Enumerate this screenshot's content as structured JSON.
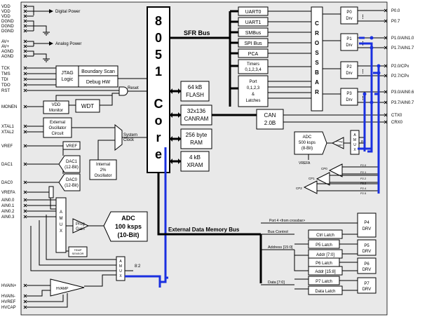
{
  "core": {
    "letters": [
      "8",
      "0",
      "5",
      "1",
      "C",
      "o",
      "r",
      "e"
    ]
  },
  "buses": {
    "sfr": "SFR Bus",
    "external": "External Data Memory Bus",
    "port4": "Port 4 <from crossbar>",
    "bus_control": "Bus Control",
    "address": "Address [15:0]",
    "data": "Data [7:0]"
  },
  "left_pins": {
    "vdd": [
      "VDD",
      "VDD",
      "VDD",
      "DGND",
      "DGND",
      "DGND"
    ],
    "digital_power": "Digital Power",
    "av": [
      "AV+",
      "AV+",
      "AGND",
      "AGND"
    ],
    "analog_power": "Analog Power",
    "jtag_pins": [
      "TCK",
      "TMS",
      "TDI",
      "TDO"
    ],
    "rst": "RST",
    "monen": "MONEN",
    "xtal": [
      "XTAL1",
      "XTAL2"
    ],
    "vref": "VREF",
    "dac1": "DAC1",
    "dac0": "DAC0",
    "vrefa": "VREFA",
    "ain": [
      "AIN0.0",
      "AIN0.1",
      "AIN0.2",
      "AIN0.3"
    ],
    "hvain": [
      "HVAIN+",
      "HVAIN-",
      "HVREF",
      "HVCAP"
    ]
  },
  "blocks": {
    "jtag": [
      "JTAG",
      "Logic"
    ],
    "boundary_scan": "Boundary Scan",
    "debug_hw": "Debug HW",
    "reset": "Reset",
    "vdd_monitor": [
      "VDD",
      "Monitor"
    ],
    "wdt": "WDT",
    "ext_osc": [
      "External",
      "Oscillator",
      "Circuit"
    ],
    "system_clock": [
      "System",
      "Clock"
    ],
    "internal_osc": [
      "Internal",
      "2%",
      "Oscillator"
    ],
    "vref_box": "VREF",
    "dac1": [
      "DAC1",
      "(12-Bit)"
    ],
    "dac0": [
      "DAC0",
      "(12-Bit)"
    ],
    "amux": [
      "A",
      "M",
      "U",
      "X"
    ],
    "prog_gain": [
      "Prog",
      "Gain"
    ],
    "temp_sensor": [
      "TEMP",
      "SENSOR"
    ],
    "adc_main": [
      "ADC",
      "100 ksps",
      "(10-Bit)"
    ],
    "hv_amp": "HVAMP",
    "amux2_label": "8:2",
    "flash": [
      "64 kB",
      "FLASH"
    ],
    "canram": [
      "32x136",
      "CANRAM"
    ],
    "ram": [
      "256 byte",
      "RAM"
    ],
    "xram": [
      "4 kB",
      "XRAM"
    ],
    "can": [
      "CAN",
      "2.0B"
    ],
    "peripherals": [
      "UART0",
      "UART1",
      "SMBus",
      "SPI Bus",
      "PCA"
    ],
    "timers": [
      "Timers",
      "0,1,2,3,4"
    ],
    "port_latches": [
      "Port",
      "0,1,2,3",
      "&",
      "Latches"
    ],
    "crossbar": [
      "C",
      "R",
      "O",
      "S",
      "S",
      "B",
      "A",
      "R"
    ],
    "adc_small": [
      "ADC",
      "500 ksps",
      "(8-Bit)"
    ],
    "amux_small_label": "8:1",
    "vrefa_small": "VREFA",
    "comparators": [
      "CP0",
      "CP1",
      "CP2"
    ],
    "p2_taps": [
      "P2.0",
      "P2.1",
      "P2.2",
      "P2.3",
      "P2.4",
      "P2.5"
    ],
    "port_drivers": [
      [
        "P0",
        "Drv"
      ],
      [
        "P1",
        "Drv"
      ],
      [
        "P2",
        "Drv"
      ],
      [
        "P3",
        "Drv"
      ]
    ],
    "ctrl_latch": "Ctrl Latch",
    "p5_latch": "P5 Latch",
    "addr_7_0": "Addr [7:0]",
    "p6_latch": "P6 Latch",
    "addr_15_8": "Addr [15:8]",
    "p7_latch": "P7 Latch",
    "data_latch": "Data Latch",
    "ext_drivers": [
      [
        "P4",
        "DRV"
      ],
      [
        "P5",
        "DRV"
      ],
      [
        "P6",
        "DRV"
      ],
      [
        "P7",
        "DRV"
      ]
    ]
  },
  "right_pins": {
    "p0": [
      "P0.0",
      "P0.7"
    ],
    "p1": [
      "P1.0/AIN1.0",
      "P1.7/AIN1.7"
    ],
    "p2": [
      "P2.0/CPx",
      "P2.7/CPx"
    ],
    "p3": [
      "P3.0/AIN0.6",
      "P3.7/AIN0.7"
    ],
    "can": [
      "CTX0",
      "CRX0"
    ]
  }
}
